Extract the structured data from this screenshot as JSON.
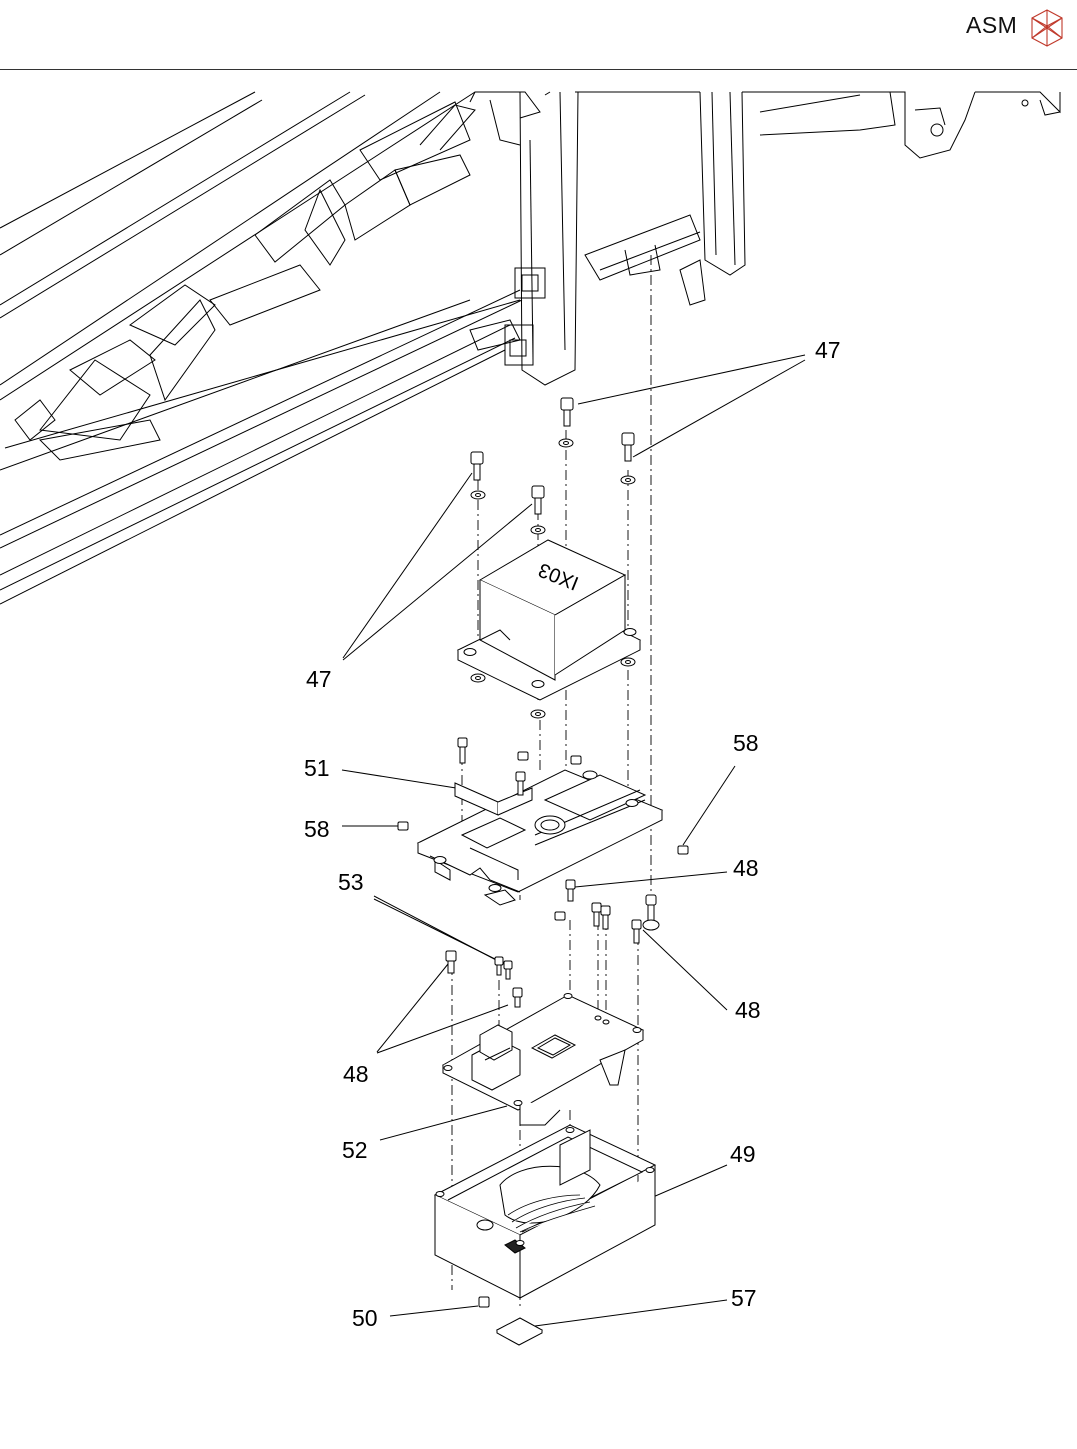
{
  "header": {
    "brand": "ASM",
    "logo_icon": "asm-cube-icon",
    "line_color": "#333333"
  },
  "drawing": {
    "line_color": "#000000",
    "box_label": "IX03"
  },
  "callouts": {
    "c47_top": "47",
    "c47_left": "47",
    "c51": "51",
    "c58_left": "58",
    "c58_right": "58",
    "c48_mid": "48",
    "c53": "53",
    "c48_right": "48",
    "c48_left": "48",
    "c52": "52",
    "c49": "49",
    "c50": "50",
    "c57": "57"
  }
}
